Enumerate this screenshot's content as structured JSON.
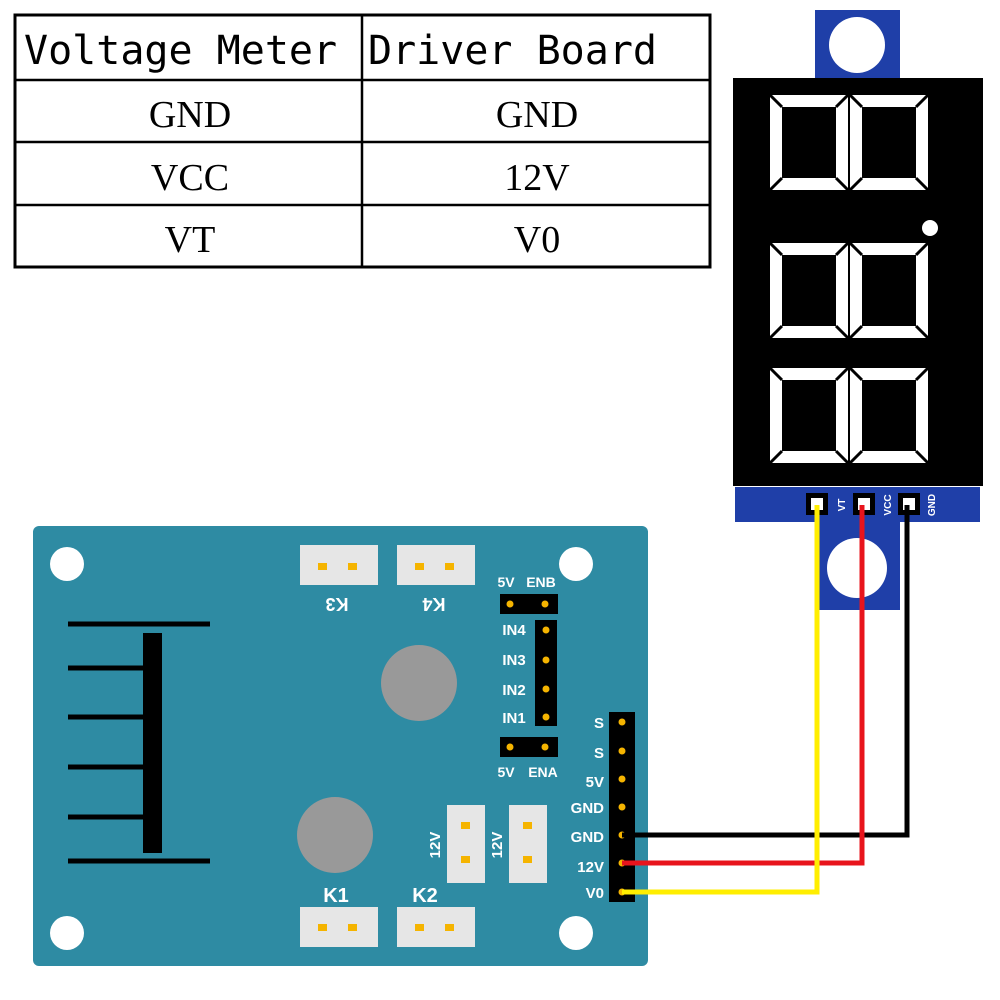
{
  "table": {
    "headers": [
      "Voltage Meter",
      "Driver Board"
    ],
    "rows": [
      [
        "GND",
        "GND"
      ],
      [
        "VCC",
        "12V"
      ],
      [
        "VT",
        "V0"
      ]
    ]
  },
  "meter": {
    "pins": [
      "VT",
      "VCC",
      "GND"
    ]
  },
  "board": {
    "connectors": [
      "K3",
      "K4",
      "K1",
      "K2"
    ],
    "jumper_top": [
      "5V",
      "ENB"
    ],
    "inputs": [
      "IN4",
      "IN3",
      "IN2",
      "IN1"
    ],
    "jumper_bottom": [
      "5V",
      "ENA"
    ],
    "header_pins": [
      "S",
      "S",
      "5V",
      "GND",
      "GND",
      "12V",
      "V0"
    ],
    "power_labels": [
      "12V",
      "12V"
    ]
  },
  "wires": [
    {
      "from": "VT",
      "to": "V0",
      "color": "#ffee00"
    },
    {
      "from": "VCC",
      "to": "12V",
      "color": "#e8141c"
    },
    {
      "from": "GND",
      "to": "GND",
      "color": "#000000"
    }
  ],
  "colors": {
    "board": "#2e8ba3",
    "meter_body": "#000000",
    "meter_tab": "#1f3fa8",
    "segment": "#ffffff"
  }
}
